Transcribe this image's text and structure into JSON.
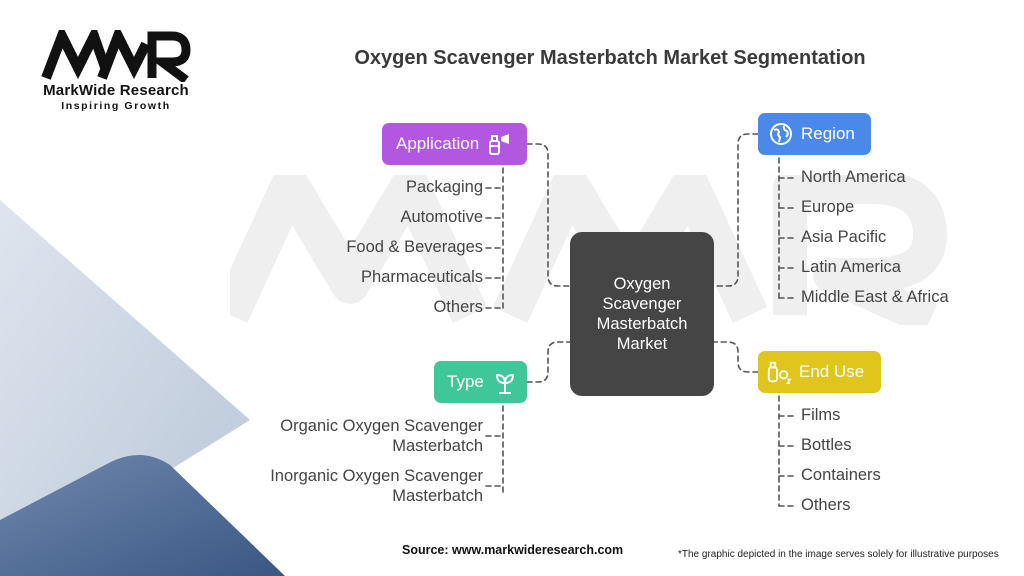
{
  "logo": {
    "mark": "MWR",
    "name": "MarkWide Research",
    "tagline": "Inspiring Growth"
  },
  "title": "Oxygen Scavenger Masterbatch Market Segmentation",
  "center": {
    "lines": [
      "Oxygen",
      "Scavenger",
      "Masterbatch",
      "Market"
    ],
    "color": "#454545"
  },
  "segments": {
    "application": {
      "label": "Application",
      "color": "#b157e0",
      "icon": "spray-bottle-icon",
      "items": [
        "Packaging",
        "Automotive",
        "Food & Beverages",
        "Pharmaceuticals",
        "Others"
      ]
    },
    "type": {
      "label": "Type",
      "color": "#3fc79a",
      "icon": "plant-sprout-icon",
      "items": [
        [
          "Organic Oxygen Scavenger",
          "Masterbatch"
        ],
        [
          "Inorganic Oxygen Scavenger",
          "Masterbatch"
        ]
      ]
    },
    "region": {
      "label": "Region",
      "color": "#4a89e8",
      "icon": "globe-icon",
      "items": [
        "North America",
        "Europe",
        "Asia Pacific",
        "Latin America",
        "Middle East & Africa"
      ]
    },
    "end_use": {
      "label": "End Use",
      "color": "#e0c51c",
      "icon": "oxygen-bottle-icon",
      "items": [
        "Films",
        "Bottles",
        "Containers",
        "Others"
      ]
    }
  },
  "footer": {
    "source": "Source: www.markwideresearch.com",
    "note": "*The graphic depicted in the image serves solely for illustrative purposes"
  }
}
